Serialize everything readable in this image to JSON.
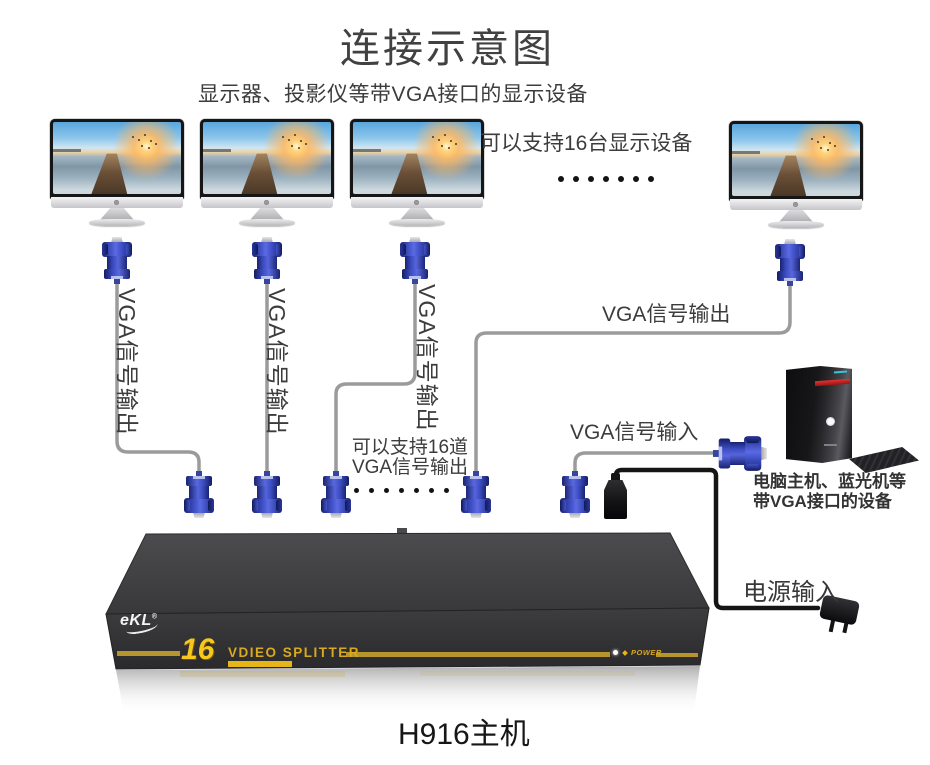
{
  "title": "连接示意图",
  "subtitle": "显示器、投影仪等带VGA接口的显示设备",
  "labels": {
    "support_displays": "可以支持16台显示设备",
    "channels_line1": "可以支持16道",
    "channels_line2": "VGA信号输出",
    "vga_out_vertical": "VGA信号输出",
    "vga_out_horizontal": "VGA信号输出",
    "vga_in": "VGA信号输入",
    "power_in": "电源输入",
    "source_line1": "电脑主机、蓝光机等",
    "source_line2": "带VGA接口的设备",
    "device_caption": "H916主机"
  },
  "device": {
    "brand": "eKL",
    "model_number": "16",
    "panel_text": "VDIEO SPLITTER",
    "power_label": "POWER"
  },
  "dots": {
    "top_count": 7,
    "mid_count": 7
  },
  "colors": {
    "accent_yellow": "#d9a91e",
    "connector_blue": "#3c4cc0",
    "cable_gray": "#9b9b9b",
    "device_dark": "#39393b",
    "text_dark": "#3c3c3c"
  }
}
